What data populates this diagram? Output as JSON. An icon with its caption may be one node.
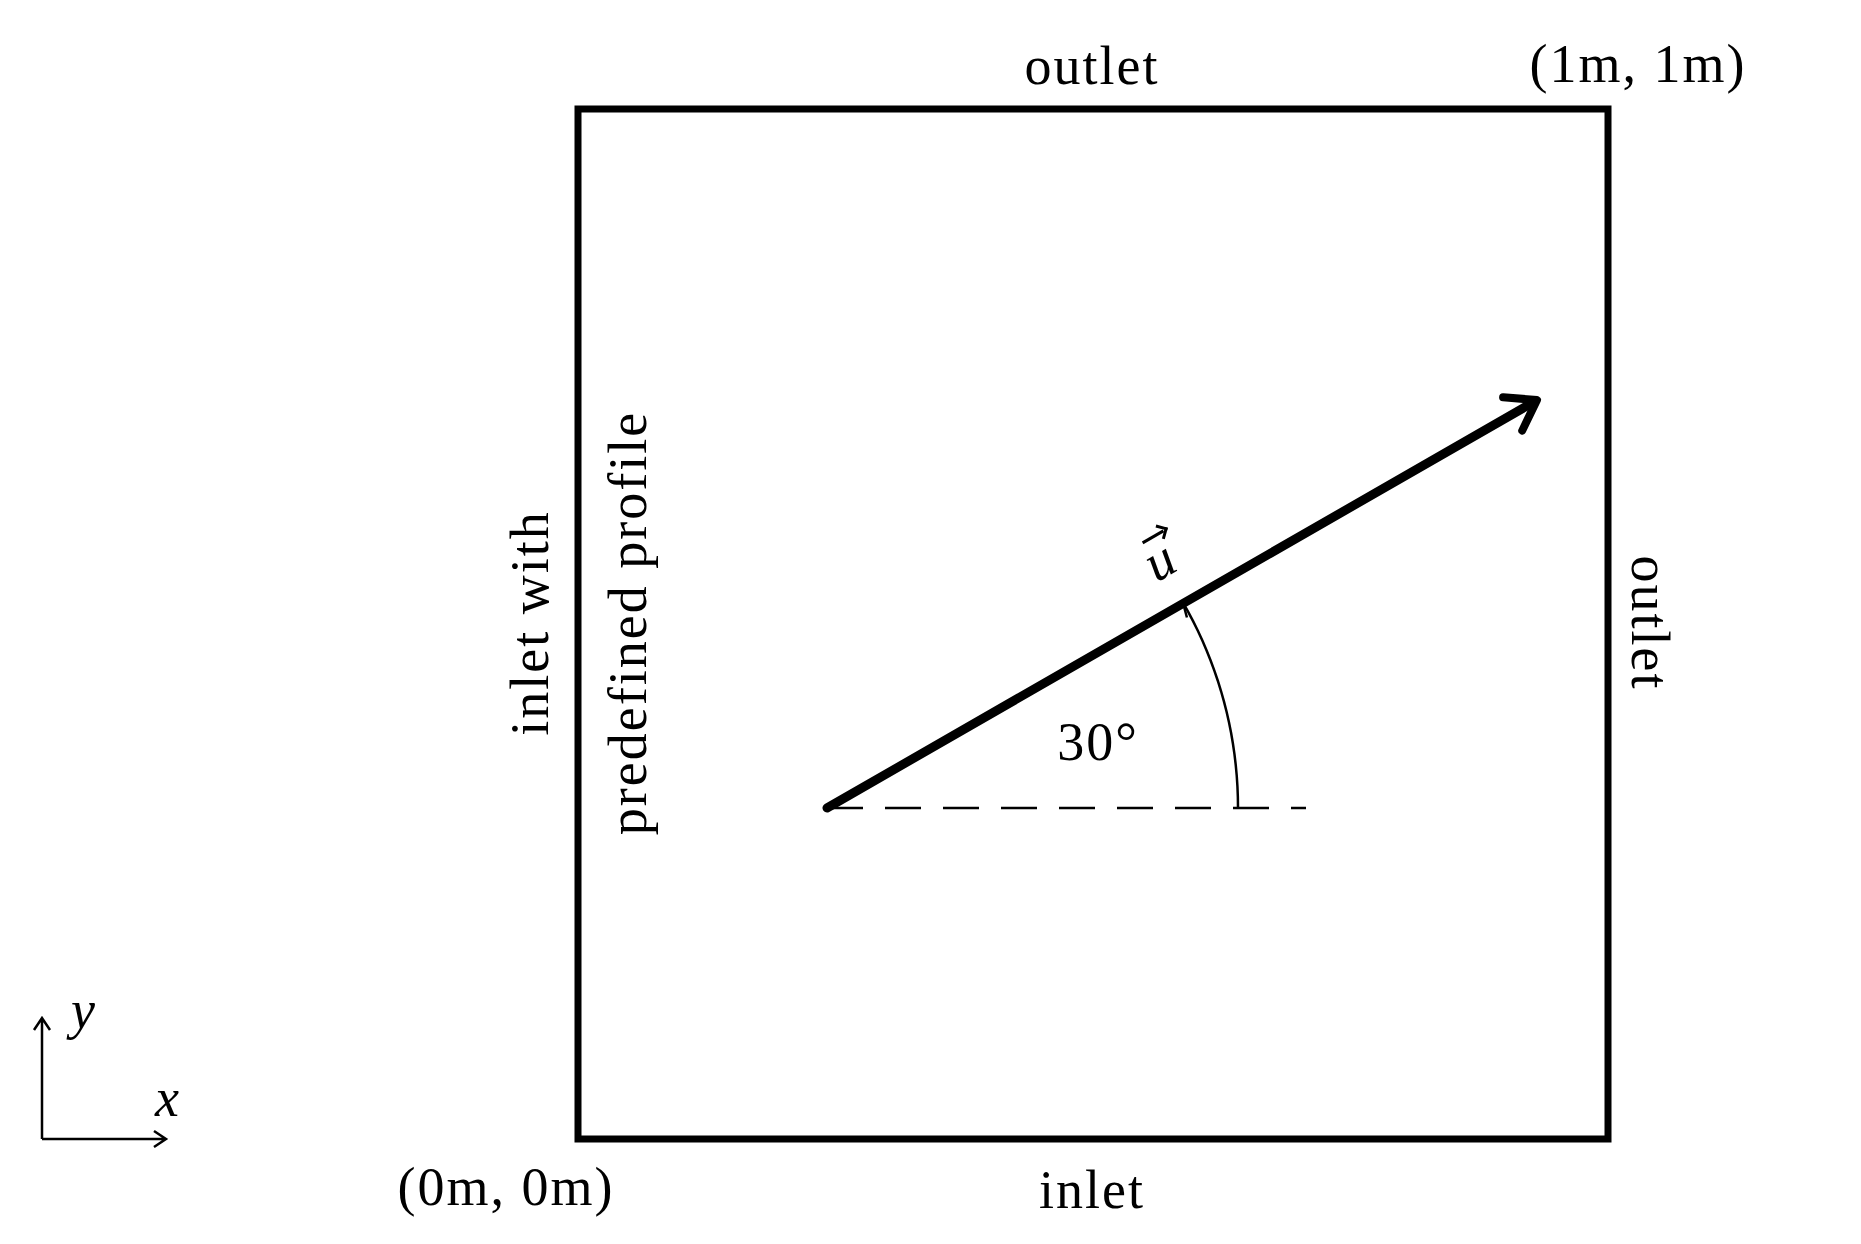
{
  "diagram": {
    "labels": [
      "outlet",
      "(1m, 1m)",
      "inlet with",
      "predefined profile",
      "u",
      "30°",
      "outlet",
      "y",
      "x",
      "(0m, 0m)",
      "inlet"
    ]
  }
}
